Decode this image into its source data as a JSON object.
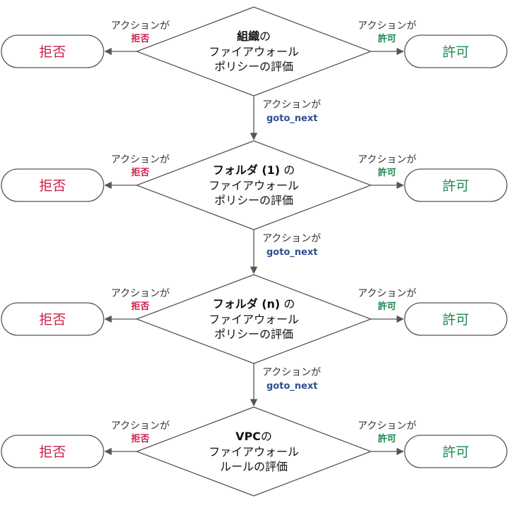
{
  "colors": {
    "deny": "#d01c48",
    "allow": "#1a8a4f",
    "next": "#2e4f8f",
    "line": "#555555",
    "box_border": "#555555"
  },
  "common": {
    "action_label": "アクションが",
    "deny_word": "拒否",
    "allow_word": "許可",
    "next_word": "goto_next",
    "deny_box": "拒否",
    "allow_box": "許可"
  },
  "steps": [
    {
      "line1_bold": "組織",
      "line1_rest": "の",
      "line2": "ファイアウォール",
      "line3": "ポリシーの評価"
    },
    {
      "line1_bold": "フォルダ (1)",
      "line1_rest": " の",
      "line2": "ファイアウォール",
      "line3": "ポリシーの評価"
    },
    {
      "line1_bold": "フォルダ (n)",
      "line1_rest": " の",
      "line2": "ファイアウォール",
      "line3": "ポリシーの評価"
    },
    {
      "line1_bold": "VPC",
      "line1_rest": "の",
      "line2": "ファイアウォール",
      "line3": "ルールの評価"
    }
  ]
}
